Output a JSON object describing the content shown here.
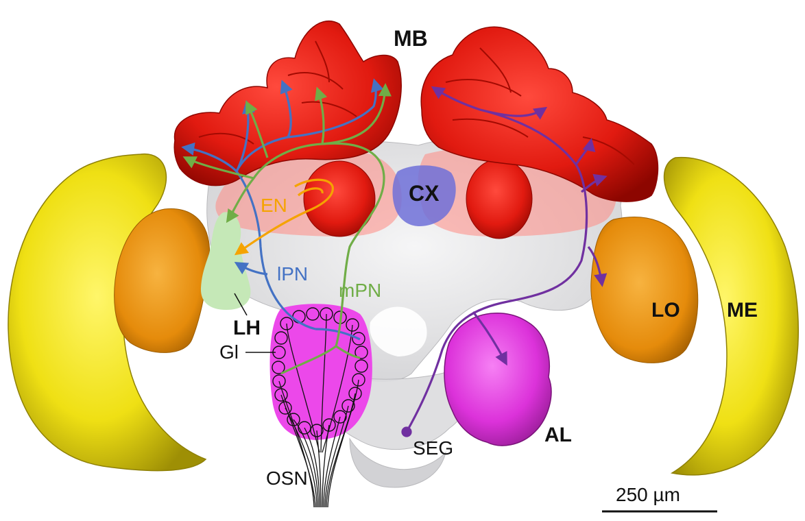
{
  "labels": {
    "mb": "MB",
    "cx": "CX",
    "lo": "LO",
    "me": "ME",
    "lh": "LH",
    "gl": "Gl",
    "en": "EN",
    "lpn": "lPN",
    "mpn": "mPN",
    "al": "AL",
    "seg": "SEG",
    "osn": "OSN"
  },
  "scale_bar": {
    "label": "250 µm"
  },
  "colors": {
    "mushroom_body": "#e4140f",
    "central_complex": "#6f70d8",
    "lobula": "#e9920f",
    "medulla": "#f1e40f",
    "antennal_lobe": "#e733e6",
    "lateral_horn": "#c5e8b7",
    "central_brain": "#d9d9db",
    "lpn_path": "#4472c4",
    "mpn_path": "#70ad47",
    "en_path": "#f5a300",
    "right_path": "#7030a0",
    "text": "#111111"
  }
}
